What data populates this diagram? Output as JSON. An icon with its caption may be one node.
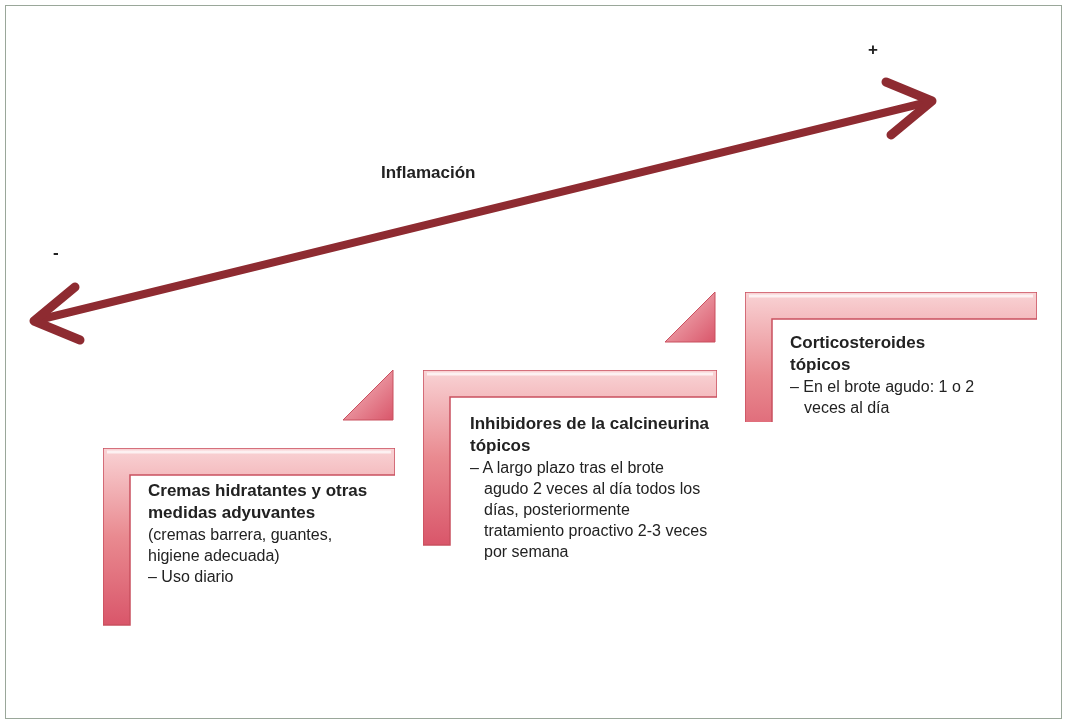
{
  "diagram": {
    "nodes": [
      {
        "text": [
          "Cremas hidratantes y otras medidas adyuvantes",
          "(cremas barrera, guantes, higiene adecuada)",
          "– Uso diario"
        ]
      },
      {
        "text": [
          "Inhibidores de la calcineurina tópicos",
          "– A largo plazo tras el brote agudo 2 veces al día todos los días, posteriormente tratamiento proactivo 2-3 veces por semana"
        ]
      },
      {
        "text": [
          "Corticosteroides tópicos",
          "– En el brote agudo: 1 o 2 veces al día"
        ]
      }
    ],
    "labels": [
      "+",
      "Inflamación",
      "-"
    ]
  }
}
